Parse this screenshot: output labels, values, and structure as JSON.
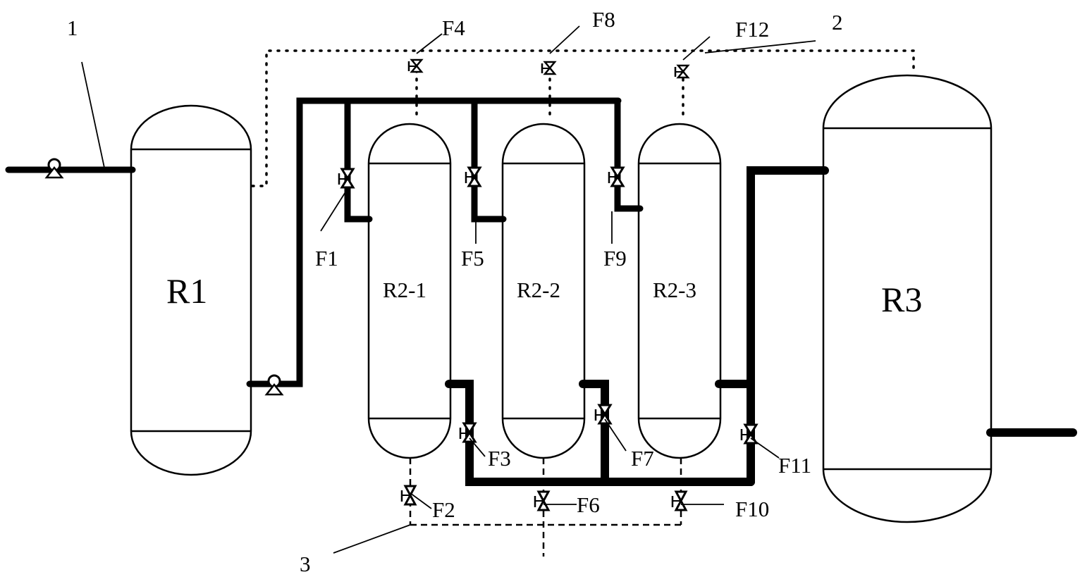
{
  "vessels": {
    "r1": "R1",
    "r2_1": "R2-1",
    "r2_2": "R2-2",
    "r2_3": "R2-3",
    "r3": "R3"
  },
  "valves": {
    "f1": "F1",
    "f2": "F2",
    "f3": "F3",
    "f4": "F4",
    "f5": "F5",
    "f6": "F6",
    "f7": "F7",
    "f8": "F8",
    "f9": "F9",
    "f10": "F10",
    "f11": "F11",
    "f12": "F12"
  },
  "lines": {
    "l1": "1",
    "l2": "2",
    "l3": "3"
  }
}
